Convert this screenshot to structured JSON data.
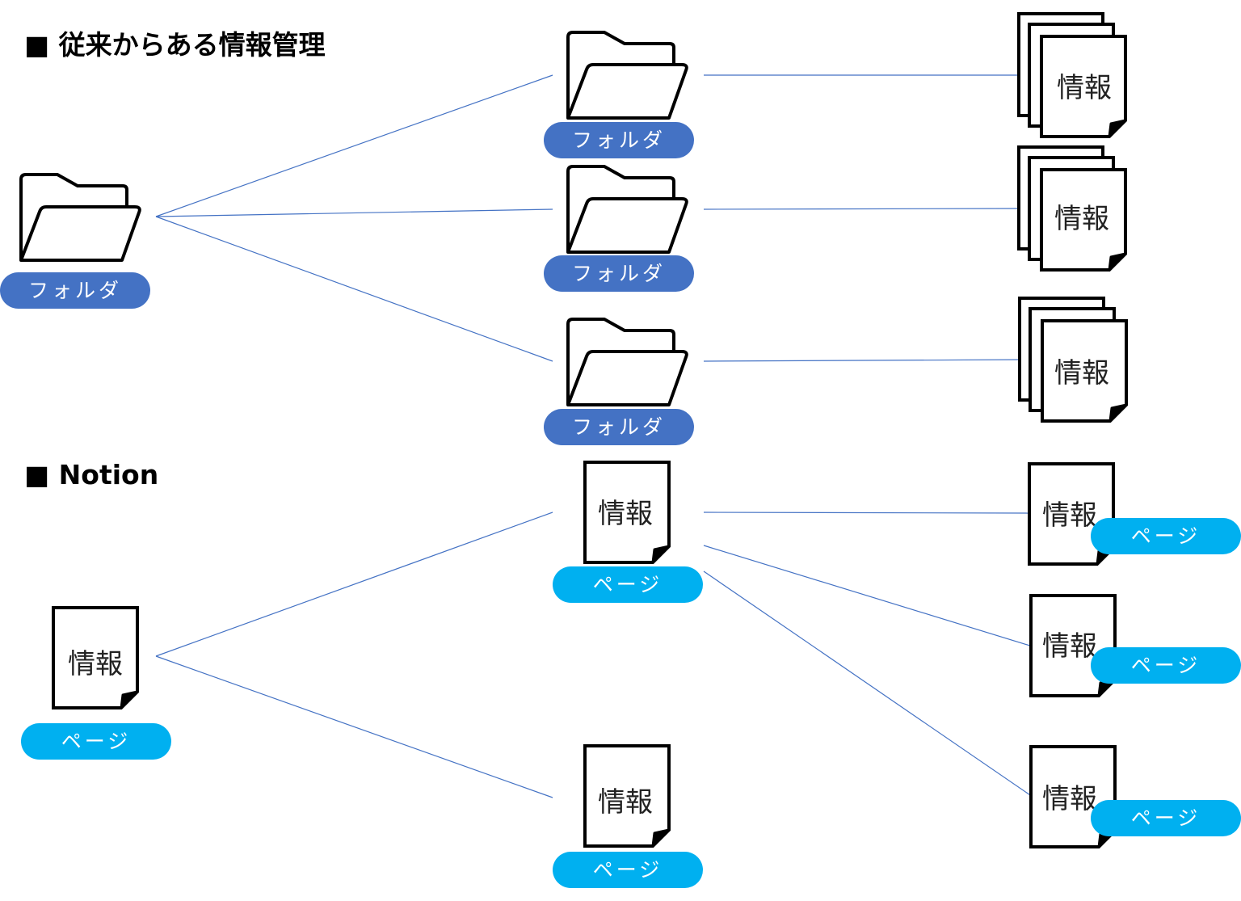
{
  "sections": {
    "traditional": {
      "title": "■ 従来からある情報管理"
    },
    "notion": {
      "title": "■ Notion"
    }
  },
  "labels": {
    "folder": "フォルダ",
    "page": "ページ",
    "info": "情報"
  },
  "colors": {
    "folder_pill": "#4472C4",
    "page_pill": "#00B0F0",
    "connector": "#4472C4",
    "outline": "#000000"
  },
  "icons": {
    "folder": "folder-icon",
    "document": "document-icon",
    "document_stack": "document-stack-icon"
  }
}
